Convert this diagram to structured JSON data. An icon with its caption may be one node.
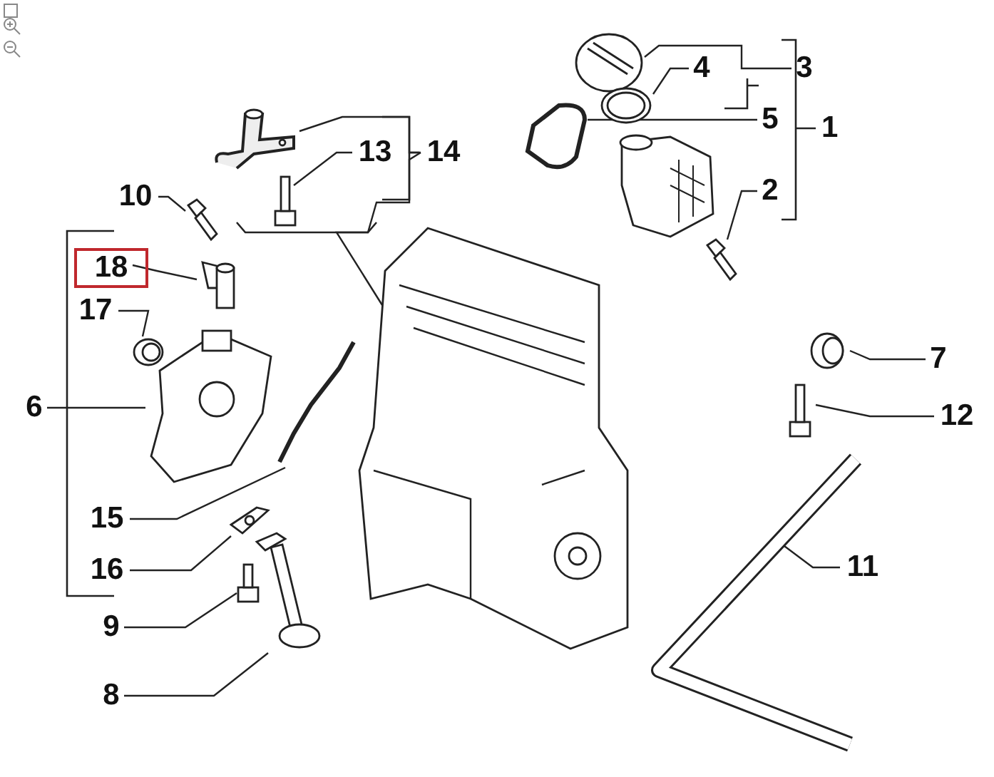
{
  "diagram": {
    "nodes": [
      {
        "text": [
          "3"
        ]
      },
      {
        "text": [],
        "shape": "picture"
      },
      {
        "text": [
          "4"
        ]
      },
      {
        "text": [],
        "shape": "picture"
      },
      {
        "text": [
          "5"
        ]
      },
      {
        "text": [],
        "shape": "picture"
      },
      {
        "text": [
          "2"
        ]
      },
      {
        "text": [],
        "shape": "picture"
      },
      {
        "text": [
          "13"
        ]
      },
      {
        "text": [],
        "shape": "picture"
      },
      {
        "text": [
          "14"
        ]
      },
      {
        "text": [],
        "shape": "picture"
      },
      {
        "text": [
          "10"
        ]
      },
      {
        "text": [],
        "shape": "picture"
      },
      {
        "text": [
          "18"
        ]
      },
      {
        "text": [],
        "shape": "picture"
      },
      {
        "text": [
          "17"
        ]
      },
      {
        "text": [],
        "shape": "picture"
      },
      {
        "text": [
          "6"
        ]
      },
      {
        "text": [],
        "shape": "picture"
      },
      {
        "text": [
          "15"
        ]
      },
      {
        "text": [],
        "shape": "picture"
      },
      {
        "text": [
          "16"
        ]
      },
      {
        "text": [],
        "shape": "picture"
      },
      {
        "text": [
          "9"
        ]
      },
      {
        "text": [],
        "shape": "picture"
      },
      {
        "text": [
          "8"
        ]
      },
      {
        "text": [],
        "shape": "picture"
      },
      {
        "text": [
          "7"
        ]
      },
      {
        "text": [],
        "shape": "picture"
      },
      {
        "text": [
          "12"
        ]
      },
      {
        "text": [],
        "shape": "picture"
      },
      {
        "text": [
          "11"
        ]
      },
      {
        "text": [],
        "shape": "picture"
      },
      {
        "text": [],
        "shape": "picture"
      },
      {
        "text": [],
        "shape": "picture"
      }
    ],
    "edges": [
      {
        "from": 0,
        "to": 1,
        "arrow": "none"
      },
      {
        "from": 2,
        "to": 3,
        "arrow": "none"
      },
      {
        "from": 4,
        "to": 5,
        "arrow": "none"
      },
      {
        "from": 6,
        "to": 7,
        "arrow": "none"
      },
      {
        "from": 8,
        "to": 9,
        "arrow": "none"
      },
      {
        "from": 10,
        "to": 11,
        "arrow": "none"
      },
      {
        "from": 10,
        "to": 34,
        "arrow": "none"
      },
      {
        "from": 12,
        "to": 13,
        "arrow": "none"
      },
      {
        "from": 14,
        "to": 15,
        "arrow": "none"
      },
      {
        "from": 16,
        "to": 17,
        "arrow": "none"
      },
      {
        "from": 18,
        "to": 19,
        "arrow": "none"
      },
      {
        "from": 20,
        "to": 21,
        "arrow": "none"
      },
      {
        "from": 22,
        "to": 23,
        "arrow": "none"
      },
      {
        "from": 24,
        "to": 25,
        "arrow": "none"
      },
      {
        "from": 26,
        "to": 27,
        "arrow": "none"
      },
      {
        "from": 28,
        "to": 29,
        "arrow": "none"
      },
      {
        "from": 30,
        "to": 31,
        "arrow": "none"
      },
      {
        "from": 32,
        "to": 33,
        "arrow": "none"
      }
    ],
    "labels": [
      "1"
    ]
  }
}
